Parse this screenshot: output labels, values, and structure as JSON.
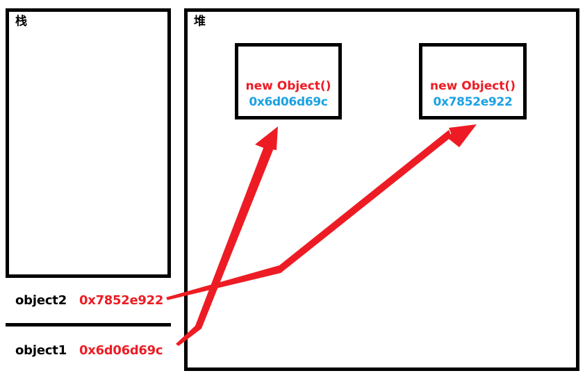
{
  "diagram": {
    "title": "Java stack and heap object reference diagram",
    "colors": {
      "border": "#000000",
      "red": "#ED1C24",
      "blue": "#1BA1E2",
      "background": "#ffffff"
    }
  },
  "stack": {
    "label": "栈",
    "rows": [
      {
        "name": "object2",
        "value": "0x7852e922"
      },
      {
        "name": "object1",
        "value": "0x6d06d69c"
      }
    ]
  },
  "heap": {
    "label": "堆",
    "objects": [
      {
        "title": "new Object()",
        "address": "0x6d06d69c"
      },
      {
        "title": "new Object()",
        "address": "0x7852e922"
      }
    ]
  },
  "arrows": [
    {
      "name": "object1-to-heap-object-1",
      "from": "object1",
      "to": "new Object() 0x6d06d69c",
      "color": "#ED1C24",
      "style": "thick-arrow"
    },
    {
      "name": "object2-to-heap-object-2",
      "from": "object2",
      "to": "new Object() 0x7852e922",
      "color": "#ED1C24",
      "style": "thick-arrow"
    }
  ]
}
